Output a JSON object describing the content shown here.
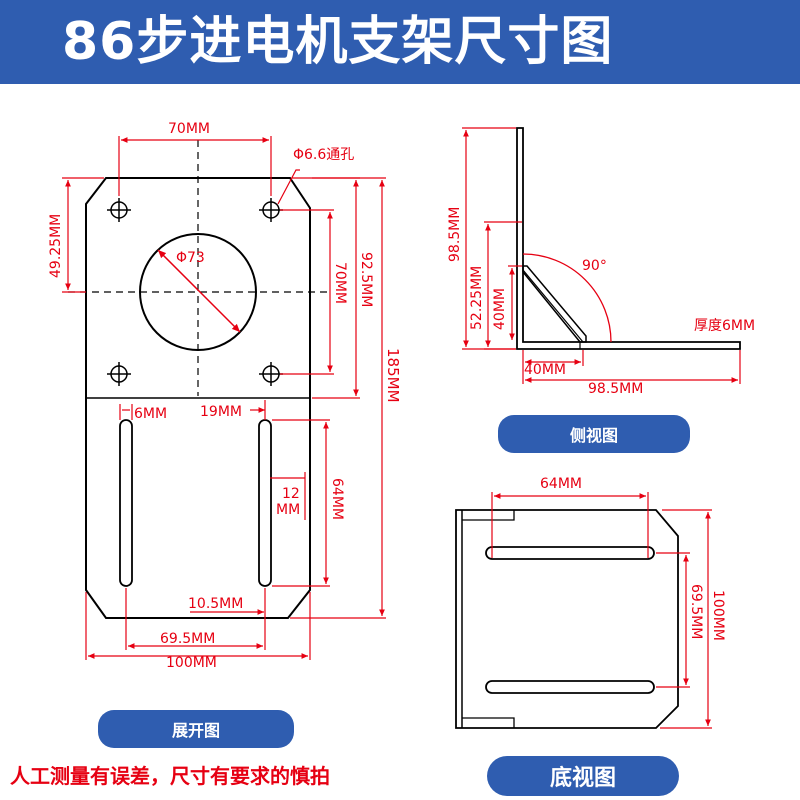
{
  "header": {
    "title": "86步进电机支架尺寸图",
    "bg_color": "#2f5db0"
  },
  "colors": {
    "dimension": "#e60012",
    "outline": "#000000"
  },
  "views": {
    "unfold": {
      "label": "展开图",
      "dims": {
        "top_width": "70MM",
        "hole": "Φ6.6通孔",
        "center_bore": "Φ73",
        "left_height": "49.25MM",
        "hole_span": "70MM",
        "upper_height": "92.5MM",
        "total_height": "185MM",
        "slot_width": "6MM",
        "slot_offset": "19MM",
        "slot_length": "64MM",
        "slot_spacing_a": "12",
        "slot_spacing_b": "MM",
        "slot_margin": "10.5MM",
        "slot_center": "69.5MM",
        "total_width": "100MM"
      }
    },
    "side": {
      "label": "侧视图",
      "dims": {
        "height": "98.5MM",
        "rib_height": "52.25MM",
        "rib_inner": "40MM",
        "angle": "90°",
        "thickness": "厚度6MM",
        "rib_base": "40MM",
        "base_length": "98.5MM"
      }
    },
    "bottom": {
      "label": "底视图",
      "dims": {
        "slot_length": "64MM",
        "slot_spacing": "69.5MM",
        "depth": "100MM"
      }
    }
  },
  "note": "人工测量有误差，尺寸有要求的慎拍"
}
